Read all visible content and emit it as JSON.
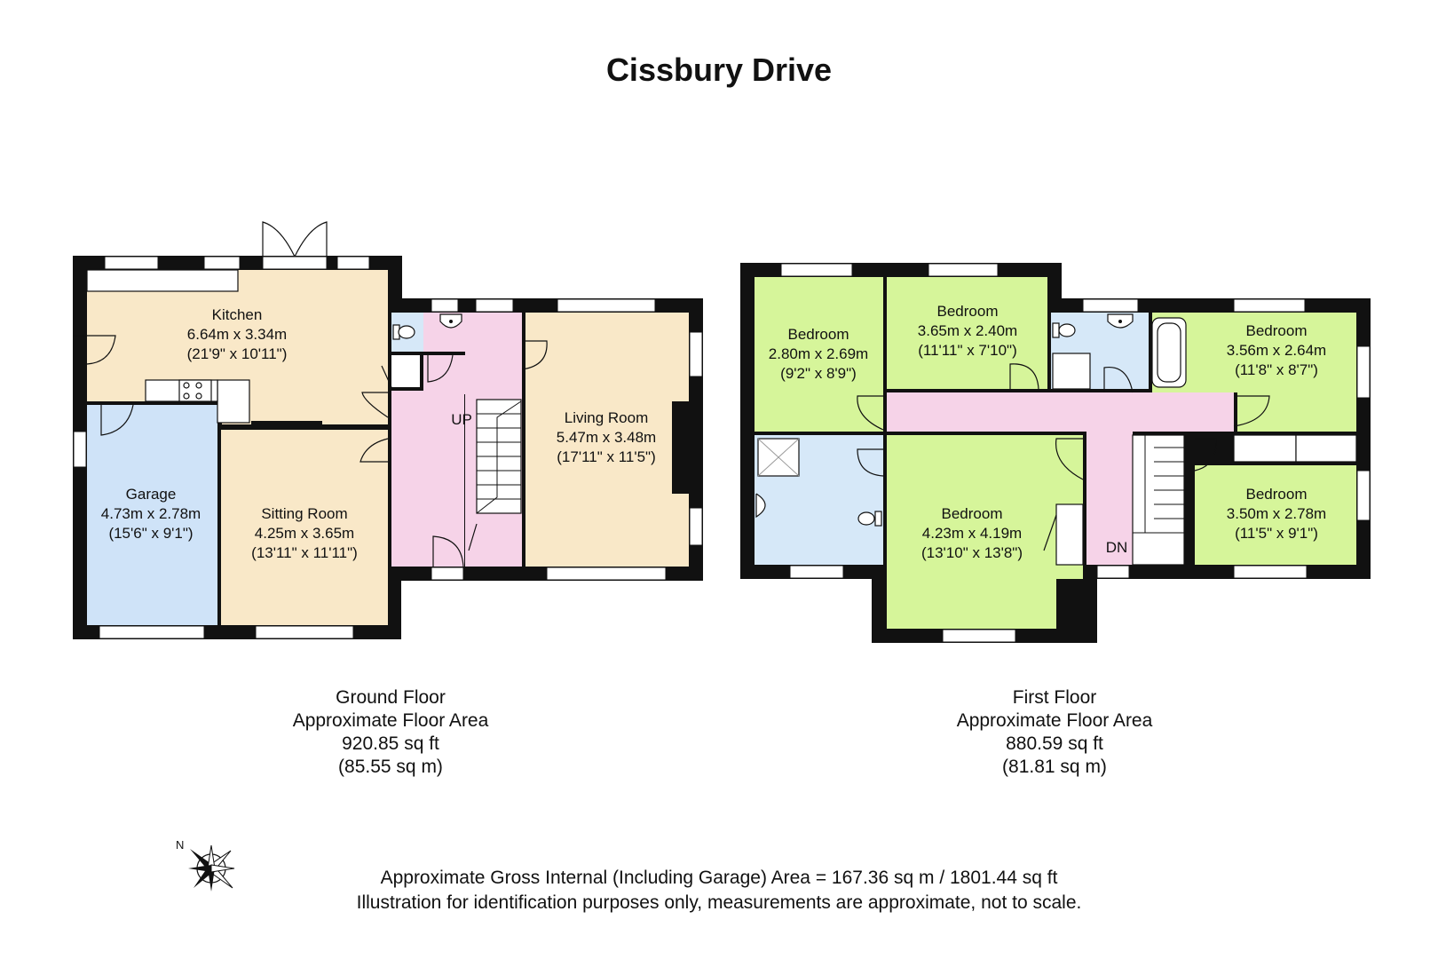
{
  "title": "Cissbury Drive",
  "colors": {
    "kitchen": "#f9e8c8",
    "garage": "#cfe3f8",
    "hall": "#f6d3e8",
    "bathroom": "#d6e8f8",
    "bedroom": "#d6f59a",
    "wall": "#111111"
  },
  "ground_floor": {
    "rooms": [
      {
        "name": "Kitchen",
        "metric": "6.64m x 3.34m",
        "imperial": "(21'9\" x 10'11\")"
      },
      {
        "name": "Garage",
        "metric": "4.73m x 2.78m",
        "imperial": "(15'6\" x 9'1\")"
      },
      {
        "name": "Sitting Room",
        "metric": "4.25m x 3.65m",
        "imperial": "(13'11\" x 11'11\")"
      },
      {
        "name": "Living Room",
        "metric": "5.47m x 3.48m",
        "imperial": "(17'11\" x 11'5\")"
      }
    ],
    "stairs_label": "UP",
    "label": {
      "name": "Ground Floor",
      "area_title": "Approximate Floor Area",
      "area_sqft": "920.85 sq ft",
      "area_sqm": "(85.55 sq m)"
    }
  },
  "first_floor": {
    "rooms": [
      {
        "name": "Bedroom",
        "metric": "2.80m x 2.69m",
        "imperial": "(9'2\" x 8'9\")"
      },
      {
        "name": "Bedroom",
        "metric": "3.65m x 2.40m",
        "imperial": "(11'11\" x 7'10\")"
      },
      {
        "name": "Bedroom",
        "metric": "3.56m x 2.64m",
        "imperial": "(11'8\" x 8'7\")"
      },
      {
        "name": "Bedroom",
        "metric": "4.23m x 4.19m",
        "imperial": "(13'10\" x 13'8\")"
      },
      {
        "name": "Bedroom",
        "metric": "3.50m x 2.78m",
        "imperial": "(11'5\" x 9'1\")"
      }
    ],
    "stairs_label": "DN",
    "label": {
      "name": "First Floor",
      "area_title": "Approximate Floor Area",
      "area_sqft": "880.59 sq ft",
      "area_sqm": "(81.81 sq m)"
    }
  },
  "compass_label": "N",
  "footer": {
    "line1": "Approximate Gross Internal (Including Garage) Area = 167.36 sq m / 1801.44 sq ft",
    "line2": "Illustration for identification purposes only, measurements are approximate, not to scale."
  }
}
